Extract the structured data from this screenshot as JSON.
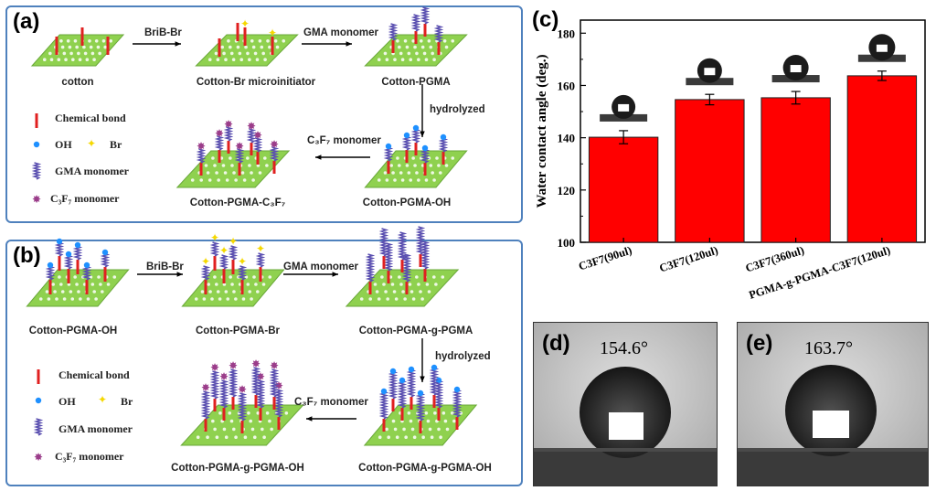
{
  "panel_a": {
    "label": "(a)",
    "stages": [
      "cotton",
      "Cotton-Br microinitiator",
      "Cotton-PGMA",
      "Cotton-PGMA-OH",
      "Cotton-PGMA-C₃F₇"
    ],
    "steps": [
      "BriB-Br",
      "GMA monomer",
      "hydrolyzed",
      "C₃F₇ monomer"
    ],
    "legend": [
      "Chemical bond",
      "OH",
      "Br",
      "GMA monomer",
      "C₃F₇  monomer"
    ]
  },
  "panel_b": {
    "label": "(b)",
    "stages": [
      "Cotton-PGMA-OH",
      "Cotton-PGMA-Br",
      "Cotton-PGMA-g-PGMA",
      "Cotton-PGMA-g-PGMA-OH",
      "Cotton-PGMA-g-PGMA-OH"
    ],
    "steps": [
      "BriB-Br",
      "GMA monomer",
      "hydrolyzed",
      "C₃F₇ monomer"
    ],
    "legend": [
      "Chemical bond",
      "OH",
      "Br",
      "GMA monomer",
      "C₃F₇  monomer"
    ]
  },
  "panel_c": {
    "label": "(c)"
  },
  "panel_d": {
    "label": "(d)",
    "angle": "154.6°"
  },
  "panel_e": {
    "label": "(e)",
    "angle": "163.7°"
  },
  "colors": {
    "mesh": "#8fd14f",
    "bond": "#e02020",
    "oh": "#1e90ff",
    "br": "#f5d800",
    "gma": "#5a4fb0",
    "c3f7": "#9b3d8a",
    "bar": "#ff0000",
    "frame": "#4f81bd"
  },
  "chart_data": {
    "type": "bar",
    "categories": [
      "C3F7(90ul)",
      "C3F7(120ul)",
      "C3F7(360ul)",
      "PGMA-g-PGMA-C3F7(120ul)"
    ],
    "values": [
      140.2,
      154.6,
      155.3,
      163.7
    ],
    "errors": [
      2.5,
      2.0,
      2.4,
      1.8
    ],
    "title": "",
    "xlabel": "",
    "ylabel": "Water contact angle (deg.)",
    "ylim": [
      100,
      185
    ],
    "yticks": [
      100,
      120,
      140,
      160,
      180
    ],
    "grid": false
  }
}
